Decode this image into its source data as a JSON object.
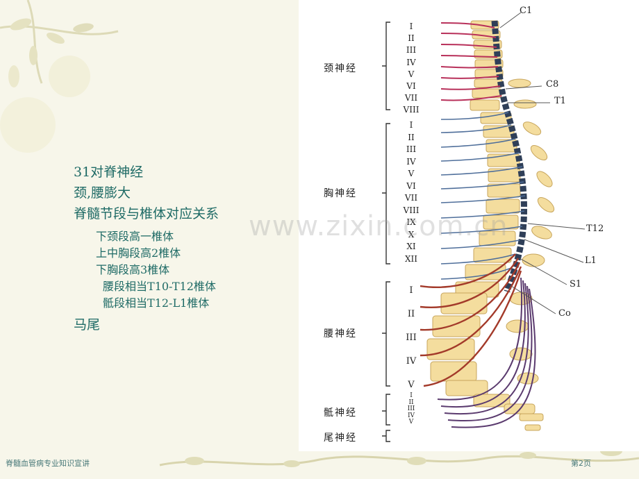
{
  "slide": {
    "bullets": [
      {
        "text": "31对脊神经",
        "level": 1
      },
      {
        "text": "颈,腰膨大",
        "level": 1
      },
      {
        "text": "脊髓节段与椎体对应关系",
        "level": 1
      },
      {
        "text": "下颈段高一椎体",
        "level": 2
      },
      {
        "text": "上中胸段高2椎体",
        "level": 2
      },
      {
        "text": "下胸段高3椎体",
        "level": 2
      },
      {
        "text": "腰段相当T10-T12椎体",
        "level": 3
      },
      {
        "text": "骶段相当T12-L1椎体",
        "level": 3
      },
      {
        "text": "马尾",
        "level": 1
      }
    ],
    "watermark": "www.zixin.com.cn",
    "footer_left": "脊髓血管病专业知识宣讲",
    "footer_right": "第2页"
  },
  "figure": {
    "region_labels": [
      "颈神经",
      "胸神经",
      "腰神经",
      "骶神经",
      "尾神经"
    ],
    "cervical_numerals": [
      "I",
      "II",
      "III",
      "IV",
      "V",
      "VI",
      "VII",
      "VIII"
    ],
    "thoracic_numerals": [
      "I",
      "II",
      "III",
      "IV",
      "V",
      "VI",
      "VII",
      "VIII",
      "IX",
      "X",
      "XI",
      "XII"
    ],
    "lumbar_numerals": [
      "I",
      "II",
      "III",
      "IV",
      "V"
    ],
    "sacral_numerals": [
      "I",
      "II",
      "III",
      "IV",
      "V"
    ],
    "callout_labels": {
      "c1": "C1",
      "c8": "C8",
      "t1": "T1",
      "t12": "T12",
      "l1": "L1",
      "s1": "S1",
      "co": "Co"
    },
    "colors": {
      "vertebra": "#f4dd9e",
      "cervical_nerve": "#b8305a",
      "thoracic_nerve": "#4e6e9a",
      "lumbar_nerve": "#a33a2a",
      "sacral_nerve": "#5a3a6e",
      "cord": "#2f3f58"
    }
  }
}
